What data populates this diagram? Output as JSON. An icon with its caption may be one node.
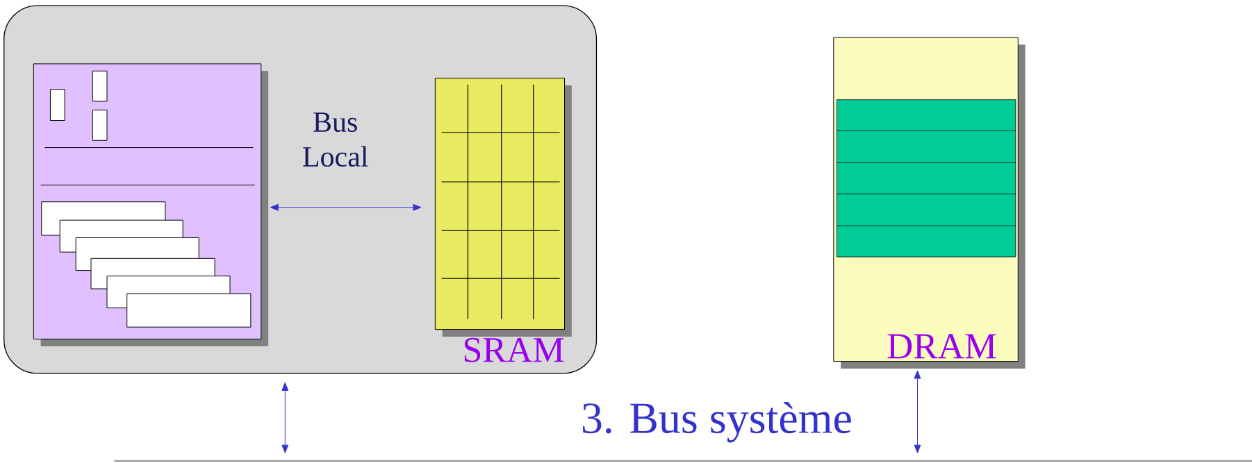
{
  "diagram": {
    "nodes": [
      {
        "text": [],
        "shape": "box"
      },
      {
        "text": [],
        "shape": "box",
        "in": 0
      },
      {
        "text": [
          "SRAM"
        ],
        "in": 0
      },
      {
        "text": [
          "DRAM"
        ]
      },
      {
        "text": [
          "3. Bus système"
        ]
      }
    ],
    "edges": [
      {
        "from": 1,
        "to": 2,
        "arrow": "both",
        "label": "Bus Local"
      },
      {
        "from": 0,
        "to": 4,
        "arrow": "both"
      },
      {
        "from": 3,
        "to": 4,
        "arrow": "both"
      }
    ]
  }
}
